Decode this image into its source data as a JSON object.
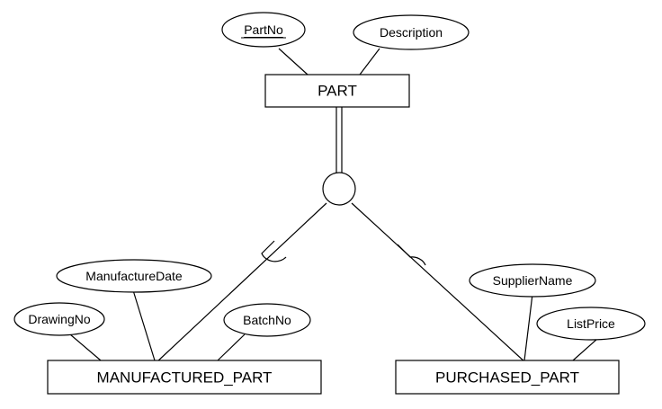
{
  "entities": {
    "part": "PART",
    "manufactured_part": "MANUFACTURED_PART",
    "purchased_part": "PURCHASED_PART"
  },
  "attributes": {
    "part_no": "PartNo",
    "description": "Description",
    "manufacture_date": "ManufactureDate",
    "drawing_no": "DrawingNo",
    "batch_no": "BatchNo",
    "supplier_name": "SupplierName",
    "list_price": "ListPrice"
  }
}
